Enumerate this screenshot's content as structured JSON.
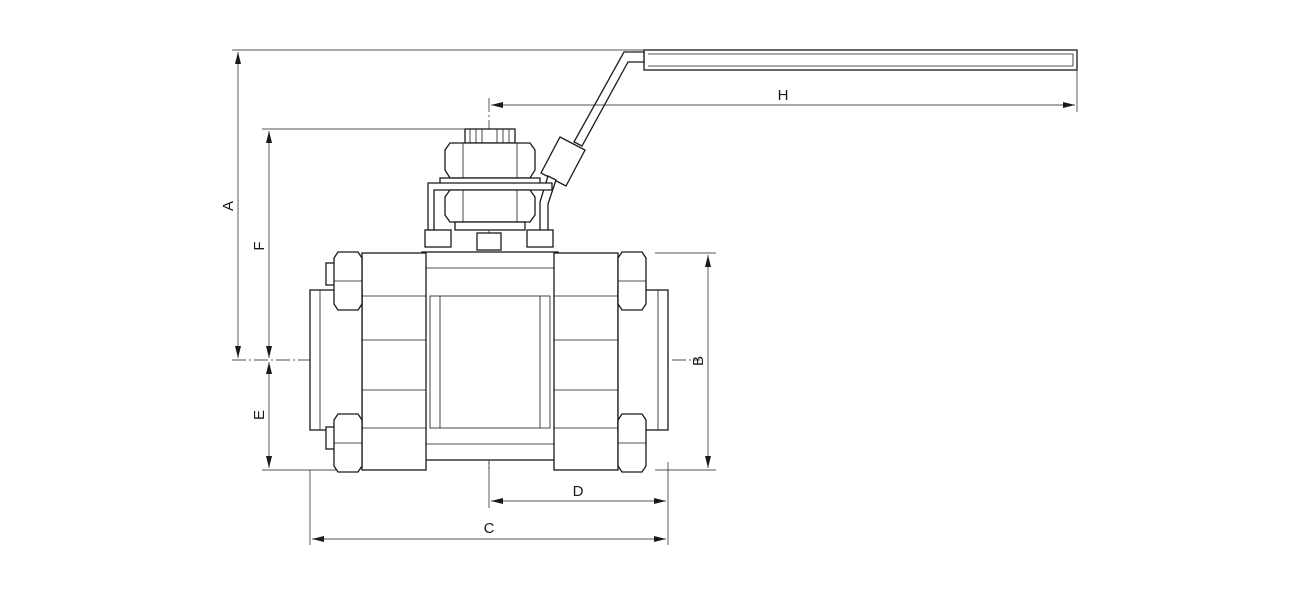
{
  "dimension_labels": {
    "A": "A",
    "B": "B",
    "C": "C",
    "D": "D",
    "E": "E",
    "F": "F",
    "H": "H"
  },
  "colors": {
    "line": "#1a1a1a",
    "background": "#ffffff"
  }
}
